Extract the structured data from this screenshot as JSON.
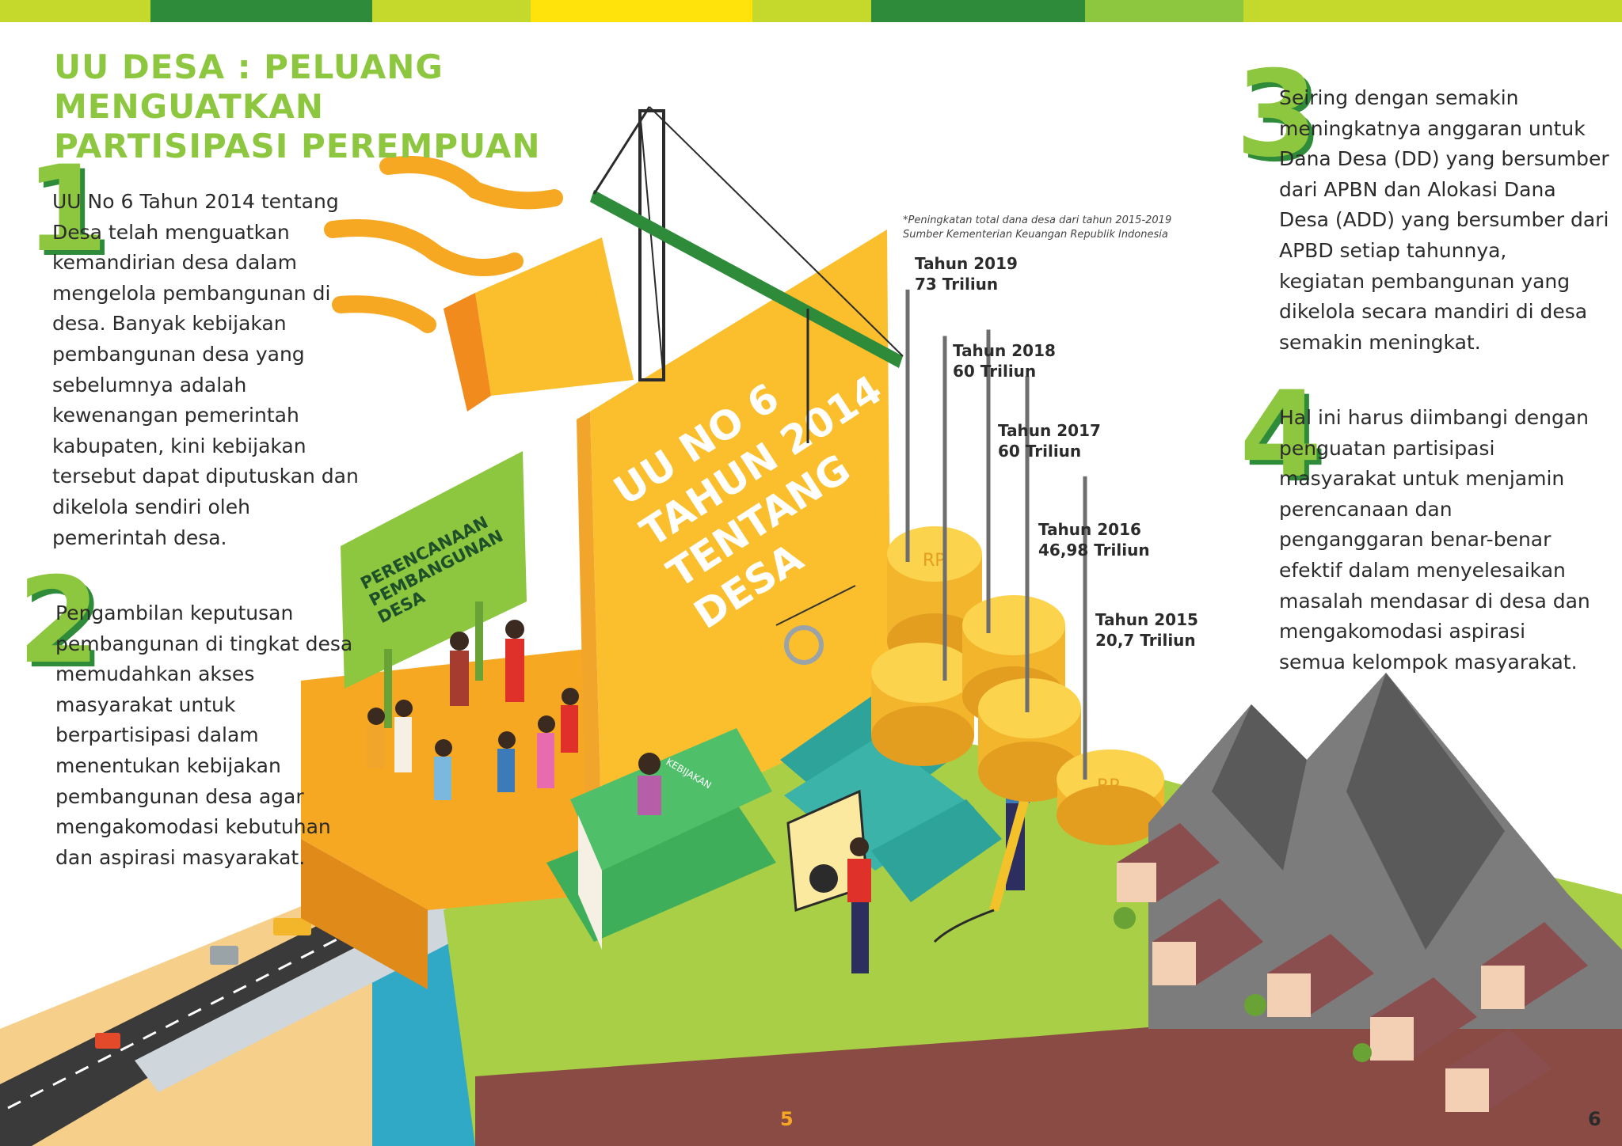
{
  "colors": {
    "green_light": "#8dc63f",
    "green_dark": "#2e8b3a",
    "orange": "#f7a823",
    "yellow": "#fbbf2d",
    "top_bar": [
      "#c5d92d",
      "#2e8b3a",
      "#c5d92d",
      "#ffe30a",
      "#c5d92d",
      "#2e8b3a",
      "#8dc63f",
      "#c5d92d"
    ]
  },
  "title": {
    "line1": "UU DESA : PELUANG MENGUATKAN",
    "line2": "PARTISIPASI PEREMPUAN"
  },
  "sections": [
    {
      "number": "1",
      "lines": [
        "UU No 6 Tahun 2014 tentang",
        "Desa telah menguatkan",
        "kemandirian desa dalam",
        "mengelola pembangunan di",
        "desa. Banyak kebijakan",
        "pembangunan desa yang",
        "sebelumnya adalah",
        "kewenangan pemerintah",
        "kabupaten, kini kebijakan",
        "tersebut dapat diputuskan dan",
        "dikelola sendiri oleh",
        "pemerintah desa."
      ]
    },
    {
      "number": "2",
      "lines": [
        "Pengambilan keputusan",
        "pembangunan di tingkat desa",
        "memudahkan akses",
        "masyarakat untuk",
        "berpartisipasi dalam",
        "menentukan kebijakan",
        "pembangunan desa agar",
        "mengakomodasi kebutuhan",
        "dan aspirasi masyarakat."
      ]
    },
    {
      "number": "3",
      "lines": [
        "Seiring dengan semakin",
        "meningkatnya anggaran untuk",
        "Dana Desa (DD) yang bersumber",
        "dari APBN dan Alokasi Dana",
        "Desa (ADD) yang bersumber dari",
        "APBD setiap tahunnya,",
        "kegiatan  pembangunan yang",
        "dikelola secara mandiri di desa",
        "semakin meningkat."
      ]
    },
    {
      "number": "4",
      "lines": [
        "Hal ini harus diimbangi dengan",
        "penguatan partisipasi",
        "masyarakat untuk menjamin",
        "perencanaan dan",
        "penganggaran benar-benar",
        "efektif dalam menyelesaikan",
        "masalah mendasar di desa dan",
        "mengakomodasi aspirasi",
        "semua kelompok masyarakat."
      ]
    }
  ],
  "illustration": {
    "book_title": [
      "UU NO 6",
      "TAHUN 2014",
      "TENTANG",
      "DESA"
    ],
    "sign_text": [
      "PERENCANAAN",
      "PEMBANGUNAN",
      "DESA"
    ],
    "small_book_label": "KEBIJAKAN",
    "coin_label": "RP"
  },
  "chart_data": {
    "type": "bar",
    "note": [
      "*Peningkatan total dana desa dari tahun 2015-2019",
      "Sumber Kementerian Keuangan Republik Indonesia"
    ],
    "series": [
      {
        "year": "Tahun 2019",
        "amount_label": "73 Triliun",
        "value": 73
      },
      {
        "year": "Tahun 2018",
        "amount_label": "60 Triliun",
        "value": 60
      },
      {
        "year": "Tahun 2017",
        "amount_label": "60 Triliun",
        "value": 60
      },
      {
        "year": "Tahun 2016",
        "amount_label": "46,98 Triliun",
        "value": 46.98
      },
      {
        "year": "Tahun 2015",
        "amount_label": "20,7 Triliun",
        "value": 20.7
      }
    ]
  },
  "page_numbers": {
    "left": "5",
    "right": "6"
  }
}
